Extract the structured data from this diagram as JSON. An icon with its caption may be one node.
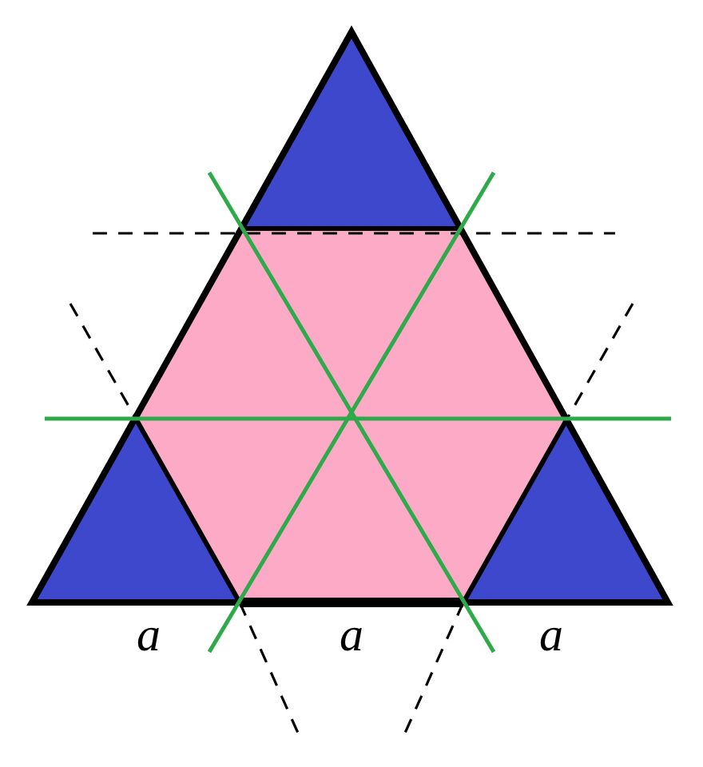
{
  "diagram": {
    "labels": [
      "a",
      "a",
      "a"
    ]
  }
}
